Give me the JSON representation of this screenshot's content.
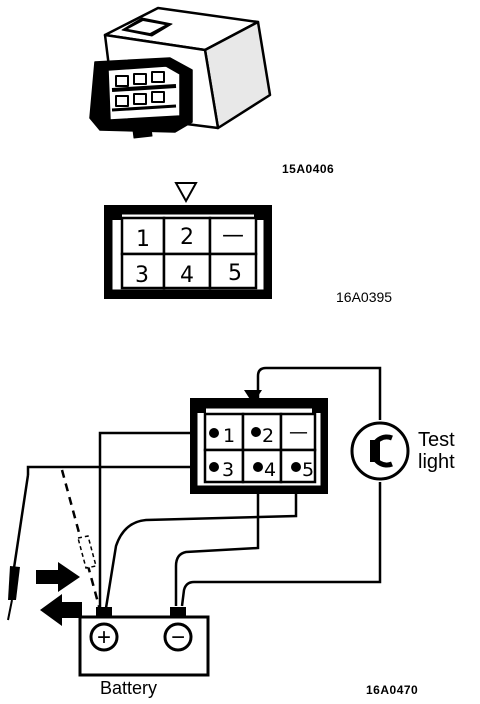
{
  "relay_figure": {
    "code": "15A0406"
  },
  "connector_figure": {
    "code": "16A0395",
    "pins": [
      "1",
      "2",
      "—",
      "3",
      "4",
      "5"
    ]
  },
  "test_figure": {
    "code": "16A0470",
    "pins": [
      "1",
      "2",
      "—",
      "3",
      "4",
      "5"
    ],
    "test_light_label": [
      "Test",
      "light"
    ],
    "battery_label": "Battery",
    "battery_positive": "+",
    "battery_negative": "−",
    "icons": [
      "test-light-bulb-icon",
      "arrow-right-icon",
      "arrow-left-icon",
      "positive-terminal-icon",
      "negative-terminal-icon",
      "probe-icon"
    ]
  }
}
